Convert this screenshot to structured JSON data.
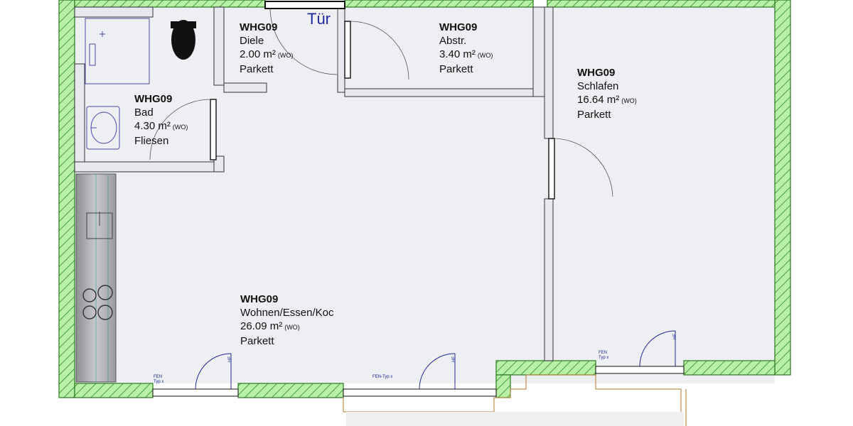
{
  "colors": {
    "outer_wall_fill": "#b9f0a8",
    "outer_wall_line": "#2a7a1e",
    "floor": "#eeeff2",
    "wall_inner": "#e7e9ef",
    "kitchen": "#a9a9ac",
    "door_blue": "#1f2a9c"
  },
  "door_text": "Tür",
  "rooms": [
    {
      "key": "diele",
      "id": "WHG09",
      "name": "Diele",
      "area": "2.00 m²",
      "unit": "(WO)",
      "floor": "Parkett"
    },
    {
      "key": "abstr",
      "id": "WHG09",
      "name": "Abstr.",
      "area": "3.40 m²",
      "unit": "(WO)",
      "floor": "Parkett"
    },
    {
      "key": "schlafen",
      "id": "WHG09",
      "name": "Schlafen",
      "area": "16.64 m²",
      "unit": "(WO)",
      "floor": "Parkett"
    },
    {
      "key": "bad",
      "id": "WHG09",
      "name": "Bad",
      "area": "4.30 m²",
      "unit": "(WO)",
      "floor": "Fliesen"
    },
    {
      "key": "wohnen",
      "id": "WHG09",
      "name": "Wohnen/Essen/Koc",
      "area": "26.09 m²",
      "unit": "(WO)",
      "floor": "Parkett"
    }
  ],
  "windows": [
    {
      "key": "w1",
      "label": "FEN",
      "sub": "Typ x",
      "hf": "HF"
    },
    {
      "key": "w2",
      "label": "FEN-Typ x",
      "sub": "",
      "hf": "HF"
    },
    {
      "key": "w3",
      "label": "FEN",
      "sub": "Typ x",
      "hf": "HF"
    }
  ]
}
